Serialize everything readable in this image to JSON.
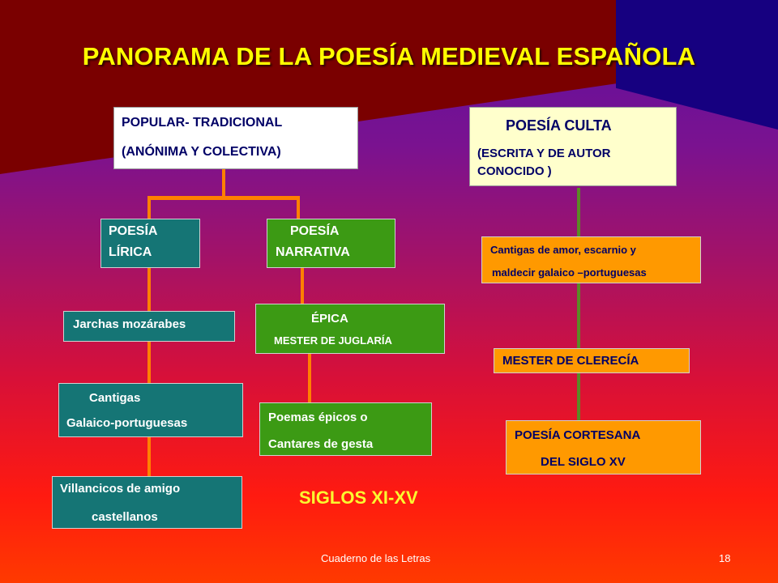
{
  "title": "PANORAMA DE LA POESÍA MEDIEVAL ESPAÑOLA",
  "popular": {
    "line1": "POPULAR- TRADICIONAL",
    "line2": "(ANÓNIMA  Y COLECTIVA)"
  },
  "culta": {
    "line1": "POESÍA CULTA",
    "line2": "(ESCRITA Y DE AUTOR",
    "line3": "CONOCIDO )"
  },
  "lirica": {
    "line1": "POESÍA",
    "line2": "LÍRICA"
  },
  "narrativa": {
    "line1": "POESÍA",
    "line2": "NARRATIVA"
  },
  "jarchas": "Jarchas mozárabes",
  "cantigas": {
    "line1": "Cantigas",
    "line2": "Galaico-portuguesas"
  },
  "villancicos": {
    "line1": "Villancicos de amigo",
    "line2": "castellanos"
  },
  "epica": {
    "line1": "ÉPICA",
    "line2": "MESTER DE   JUGLARÍA"
  },
  "poemas": {
    "line1": "Poemas épicos o",
    "line2": "Cantares de gesta"
  },
  "cantigas_amor": {
    "line1": "Cantigas de amor, escarnio y",
    "line2": "maldecir galaico –portuguesas"
  },
  "clerecia": "MESTER DE CLERECÍA",
  "cortesana": {
    "line1": "POESÍA CORTESANA",
    "line2": "DEL SIGLO XV"
  },
  "siglos": "SIGLOS XI-XV",
  "footer": {
    "source": "Cuaderno  de las Letras",
    "page": "18"
  },
  "colors": {
    "title": "#ffff00",
    "teal_box": "#157575",
    "green_box": "#3c9a14",
    "orange_box": "#ff9900",
    "cream_box": "#ffffcc",
    "connector_left": "#ff8000",
    "connector_right": "#5a8a26"
  }
}
